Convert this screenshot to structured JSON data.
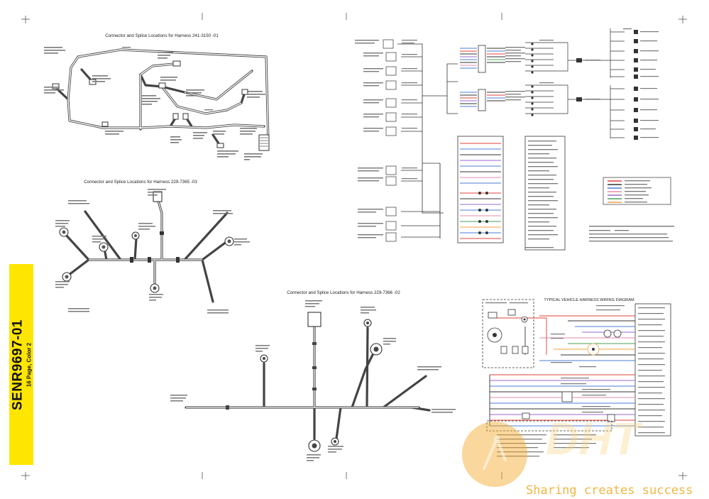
{
  "sheet": {
    "document_number": "SENR9697-01",
    "document_subtitle": "16 Page, Color 2"
  },
  "harness_241": {
    "title": "Connector and Splice Locations for Harness 241-3150 -01"
  },
  "harness_229_7365": {
    "title": "Connector and Splice Locations for Harness 229-7365 -03"
  },
  "harness_229_7366": {
    "title": "Connector and Splice Locations for Harness 229-7366 -02"
  },
  "vehicle_diagram": {
    "title": "TYPICAL VEHICLE HARNESS WIRING DIAGRAM"
  },
  "watermark": {
    "text": "Sharing creates success"
  },
  "colors": {
    "tab_yellow": "#ffe600",
    "watermark_orange": "#f5a623",
    "wire_red": "#e0403a",
    "wire_blue": "#4a7fd8",
    "wire_purple": "#9a6ad0",
    "wire_pink": "#e58bb0",
    "wire_green": "#45a05a",
    "wire_orange": "#f0a040"
  }
}
